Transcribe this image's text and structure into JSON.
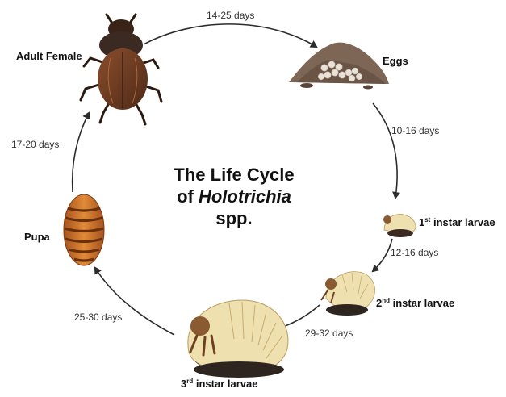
{
  "title": {
    "line1": "The Life Cycle",
    "line2_prefix": "of ",
    "line2_italic": "Holotrichia",
    "line3": "spp."
  },
  "stages": {
    "adult": "Adult Female",
    "eggs": "Eggs",
    "l1": {
      "ord": "1",
      "sup": "st",
      "rest": " instar larvae"
    },
    "l2": {
      "ord": "2",
      "sup": "nd",
      "rest": " instar larvae"
    },
    "l3": {
      "ord": "3",
      "sup": "rd",
      "rest": " instar larvae"
    },
    "pupa": "Pupa"
  },
  "durations": {
    "adult_to_eggs": "14-25 days",
    "eggs_to_l1": "10-16 days",
    "l1_to_l2": "12-16 days",
    "l2_to_l3": "29-32 days",
    "l3_to_pupa": "25-30 days",
    "pupa_to_adult": "17-20 days"
  },
  "colors": {
    "arrow": "#2b2b2b",
    "beetle": "#6b3b22",
    "pupa": "#c9702a",
    "larva": "#efe0b0",
    "soil": "#4a3a30"
  }
}
